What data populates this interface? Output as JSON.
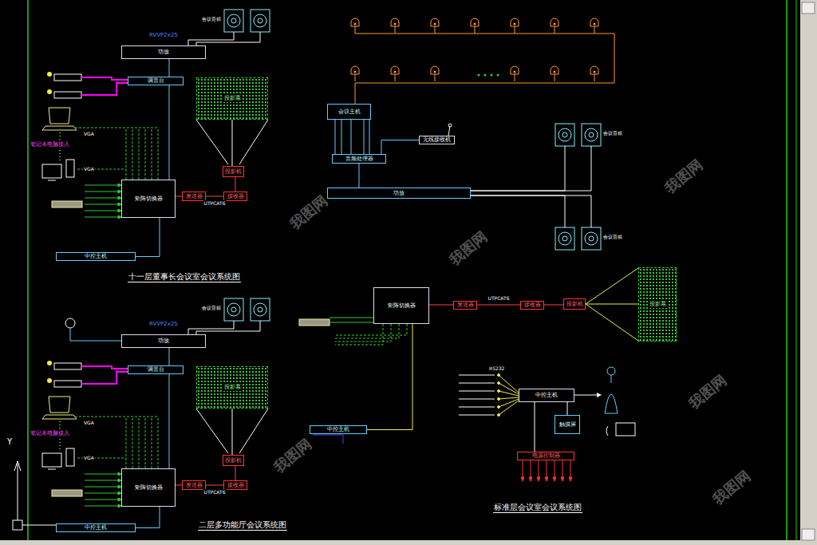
{
  "diagram": {
    "nodes": [
      {
        "text": [
          "功放"
        ]
      },
      {
        "text": [
          "调音台"
        ]
      },
      {
        "text": [
          "矩阵切换器"
        ]
      },
      {
        "text": [
          "投影幕"
        ]
      },
      {
        "text": [
          "投影机"
        ]
      },
      {
        "text": [
          "发送器"
        ]
      },
      {
        "text": [
          "接收器"
        ]
      },
      {
        "text": [
          "中控主机"
        ]
      },
      {
        "text": [
          "功放"
        ]
      },
      {
        "text": [
          "调音台"
        ]
      },
      {
        "text": [
          "矩阵切换器"
        ]
      },
      {
        "text": [
          "投影幕"
        ]
      },
      {
        "text": [
          "投影机"
        ]
      },
      {
        "text": [
          "发送器"
        ]
      },
      {
        "text": [
          "接收器"
        ]
      },
      {
        "text": [
          "中控主机"
        ]
      },
      {
        "text": [
          "会议主机"
        ]
      },
      {
        "text": [
          "音频处理器"
        ]
      },
      {
        "text": [
          "功放"
        ]
      },
      {
        "text": [
          "无线接收机"
        ]
      },
      {
        "text": [
          "矩阵切换器"
        ]
      },
      {
        "text": [
          "发送器"
        ]
      },
      {
        "text": [
          "接收器"
        ]
      },
      {
        "text": [
          "投影机"
        ]
      },
      {
        "text": [
          "投影幕"
        ]
      },
      {
        "text": [
          "中控主机"
        ]
      },
      {
        "text": [
          "中控主机"
        ]
      },
      {
        "text": [
          "触摸屏"
        ]
      },
      {
        "text": [
          "电源控制器"
        ]
      }
    ],
    "edges": [
      {
        "from": 1,
        "to": 0,
        "arrow": "none"
      },
      {
        "from": 2,
        "to": 1,
        "arrow": "none"
      },
      {
        "from": 2,
        "to": 5,
        "arrow": "none"
      },
      {
        "from": 5,
        "to": 6,
        "label": "UTPCAT6",
        "arrow": "none"
      },
      {
        "from": 6,
        "to": 4,
        "arrow": "none"
      },
      {
        "from": 4,
        "to": 3,
        "arrow": "none"
      },
      {
        "from": 7,
        "to": 2,
        "arrow": "none"
      },
      {
        "from": 9,
        "to": 8,
        "arrow": "none"
      },
      {
        "from": 10,
        "to": 9,
        "arrow": "none"
      },
      {
        "from": 10,
        "to": 13,
        "arrow": "none"
      },
      {
        "from": 13,
        "to": 14,
        "label": "UTPCAT6",
        "arrow": "none"
      },
      {
        "from": 14,
        "to": 12,
        "arrow": "none"
      },
      {
        "from": 12,
        "to": 11,
        "arrow": "none"
      },
      {
        "from": 15,
        "to": 10,
        "arrow": "none"
      },
      {
        "from": 16,
        "to": 17,
        "arrow": "none"
      },
      {
        "from": 17,
        "to": 18,
        "arrow": "none"
      },
      {
        "from": 19,
        "to": 17,
        "arrow": "none"
      },
      {
        "from": 20,
        "to": 21,
        "arrow": "none"
      },
      {
        "from": 21,
        "to": 22,
        "label": "UTPCAT6",
        "arrow": "none"
      },
      {
        "from": 22,
        "to": 23,
        "arrow": "none"
      },
      {
        "from": 23,
        "to": 24,
        "arrow": "none"
      },
      {
        "from": 25,
        "to": 20,
        "arrow": "none"
      },
      {
        "from": 26,
        "to": 27,
        "arrow": "none"
      },
      {
        "from": 26,
        "to": 28,
        "arrow": "none"
      }
    ],
    "labels": [
      "十一层董事长会议室会议系统图",
      "二层多功能厅会议系统图",
      "标准层会议室会议系统图",
      "RVVP2x25",
      "RVVP2x25",
      "VGA",
      "VGA",
      "VGA",
      "VGA",
      "RS232",
      "笔记本电脑接入",
      "笔记本电脑接入",
      "会议音箱",
      "会议音箱",
      "会议音箱",
      "会议音箱",
      "Y",
      "我图网",
      "我图网",
      "我图网",
      "我图网",
      "我图网",
      "我图网"
    ]
  }
}
